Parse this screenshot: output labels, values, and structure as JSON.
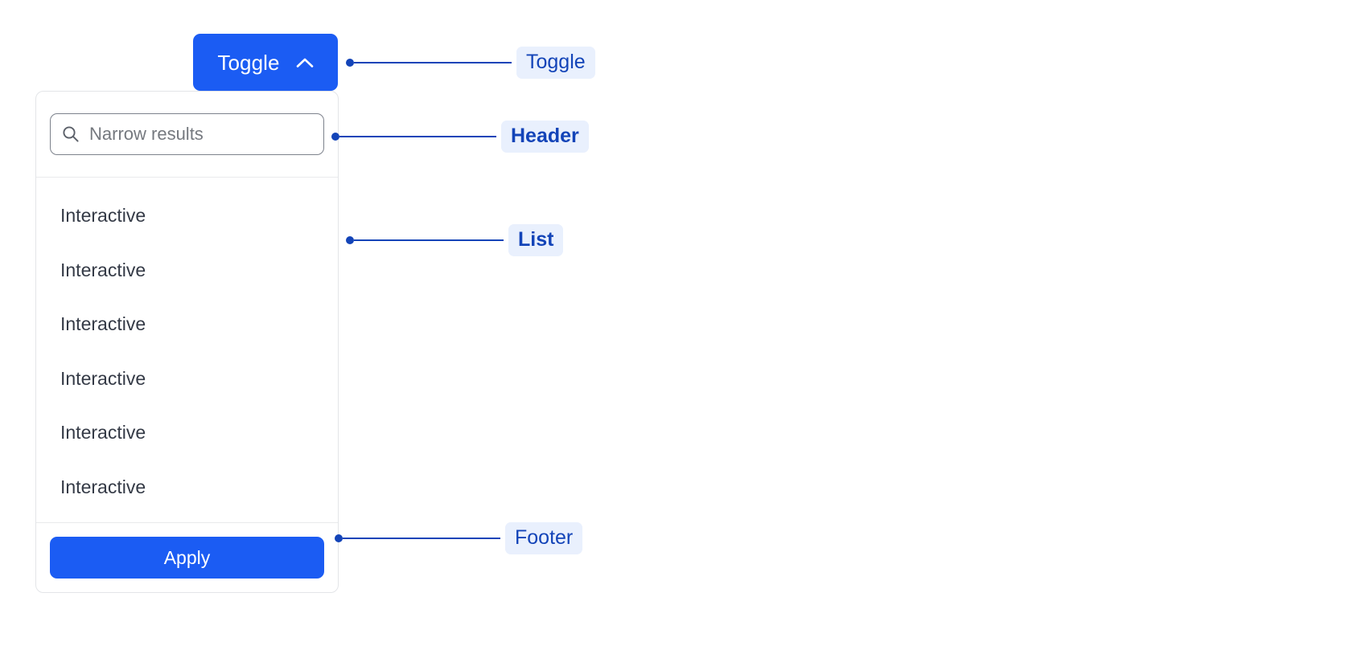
{
  "colors": {
    "primary_blue": "#1B5CF3",
    "annotation_blue": "#1344b8",
    "annotation_badge_bg": "#e9f0fd",
    "panel_border": "#e3e5e8",
    "text_dark": "#343a46",
    "placeholder_gray": "#75797f"
  },
  "toggle": {
    "label": "Toggle",
    "icon": "chevron-up-icon",
    "expanded": true
  },
  "panel": {
    "header": {
      "search": {
        "icon": "search-icon",
        "placeholder": "Narrow results",
        "value": ""
      }
    },
    "list": {
      "items": [
        {
          "label": "Interactive"
        },
        {
          "label": "Interactive"
        },
        {
          "label": "Interactive"
        },
        {
          "label": "Interactive"
        },
        {
          "label": "Interactive"
        },
        {
          "label": "Interactive"
        }
      ]
    },
    "footer": {
      "apply_label": "Apply"
    }
  },
  "annotations": [
    {
      "id": "toggle",
      "label": "Toggle",
      "bold": false
    },
    {
      "id": "header",
      "label": "Header",
      "bold": true
    },
    {
      "id": "list",
      "label": "List",
      "bold": true
    },
    {
      "id": "footer",
      "label": "Footer",
      "bold": false
    }
  ]
}
